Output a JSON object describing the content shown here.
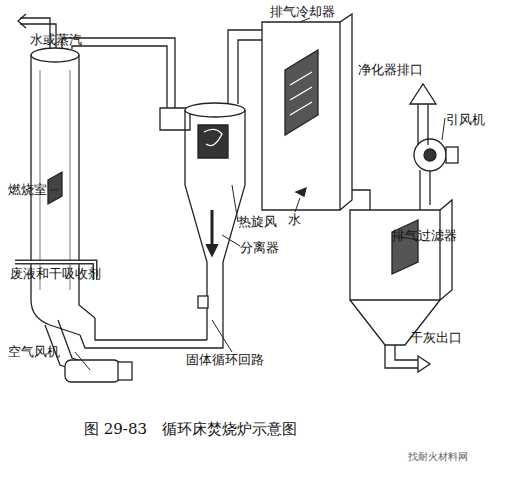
{
  "diagram": {
    "caption": "图 29-83　循环床焚烧炉示意图",
    "labels": [
      "水或蒸汽",
      "排气冷却器",
      "净化器排口",
      "引风机",
      "燃烧室",
      "水",
      "排气过滤器",
      "热旋风",
      "废液和干吸收剂",
      "分离器",
      "干灰出口",
      "空气风机",
      "固体循环回路",
      "找耐火材料网"
    ]
  }
}
